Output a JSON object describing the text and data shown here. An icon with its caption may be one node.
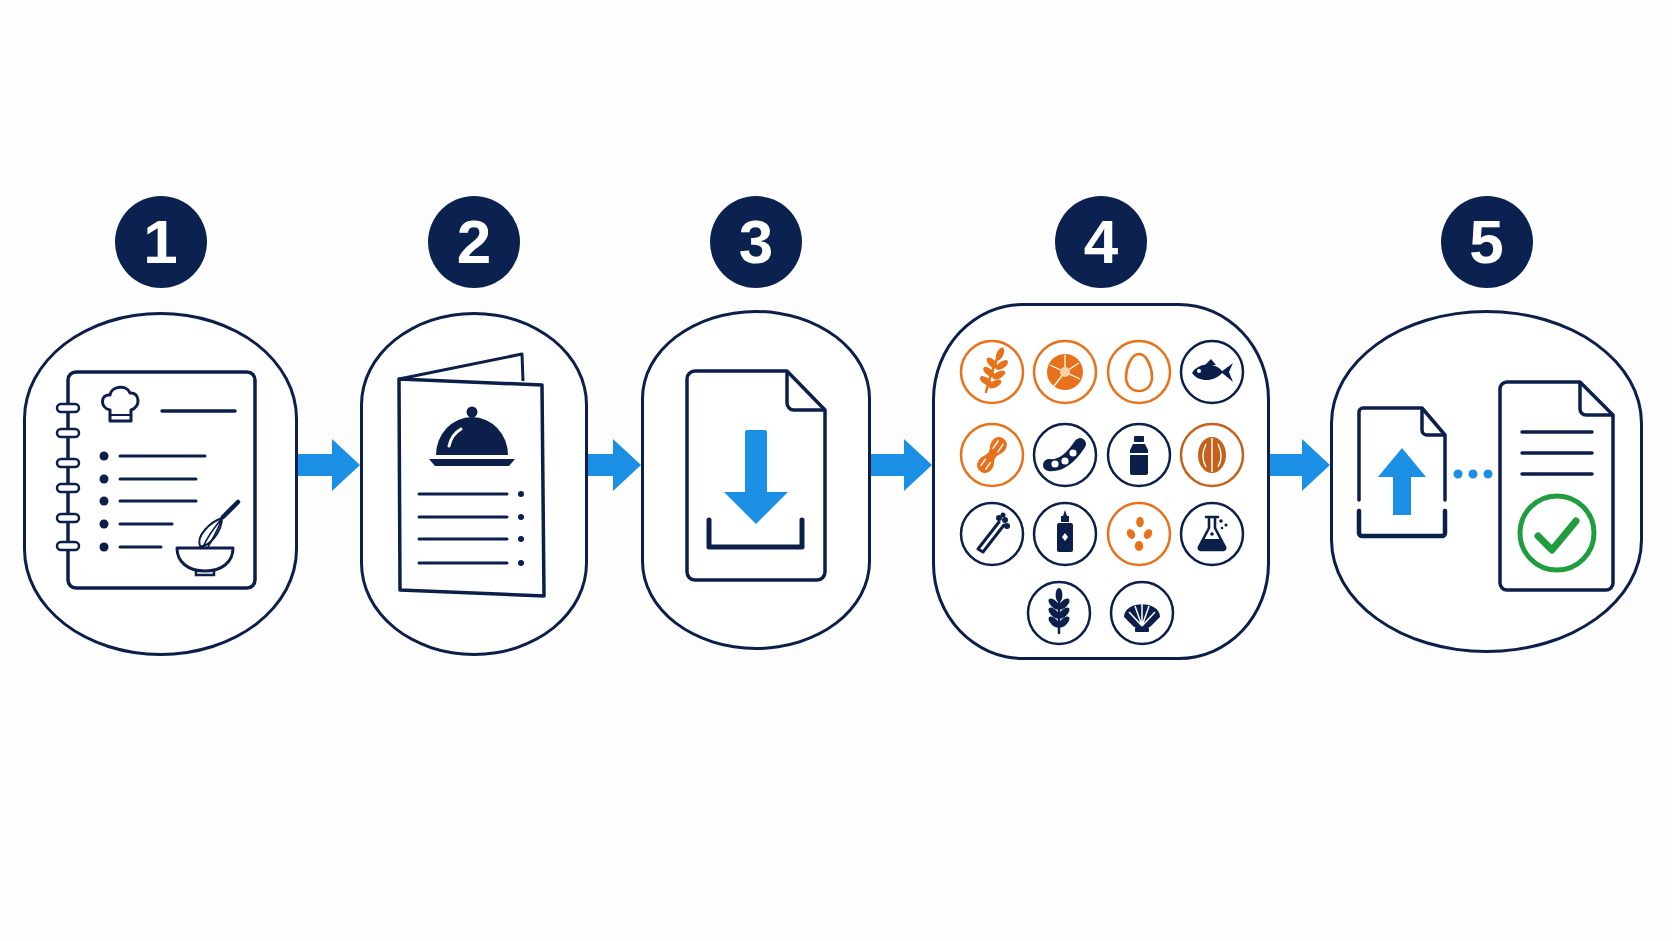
{
  "diagram": {
    "nodes": [
      {
        "text": [
          "1"
        ]
      },
      {
        "text": [
          "2"
        ]
      },
      {
        "text": [
          "3"
        ]
      },
      {
        "text": [
          "4"
        ]
      },
      {
        "text": [
          "5"
        ]
      },
      {
        "text": [],
        "shape": "picture",
        "in": 4
      },
      {
        "text": [],
        "shape": "picture",
        "in": 4
      }
    ],
    "edges": [
      {
        "from": 0,
        "to": 1,
        "arrow": "to"
      },
      {
        "from": 1,
        "to": 2,
        "arrow": "to"
      },
      {
        "from": 2,
        "to": 3,
        "arrow": "to"
      },
      {
        "from": 3,
        "to": 4,
        "arrow": "to"
      },
      {
        "from": 5,
        "to": 6,
        "arrow": "none",
        "style": "dashed"
      }
    ]
  }
}
